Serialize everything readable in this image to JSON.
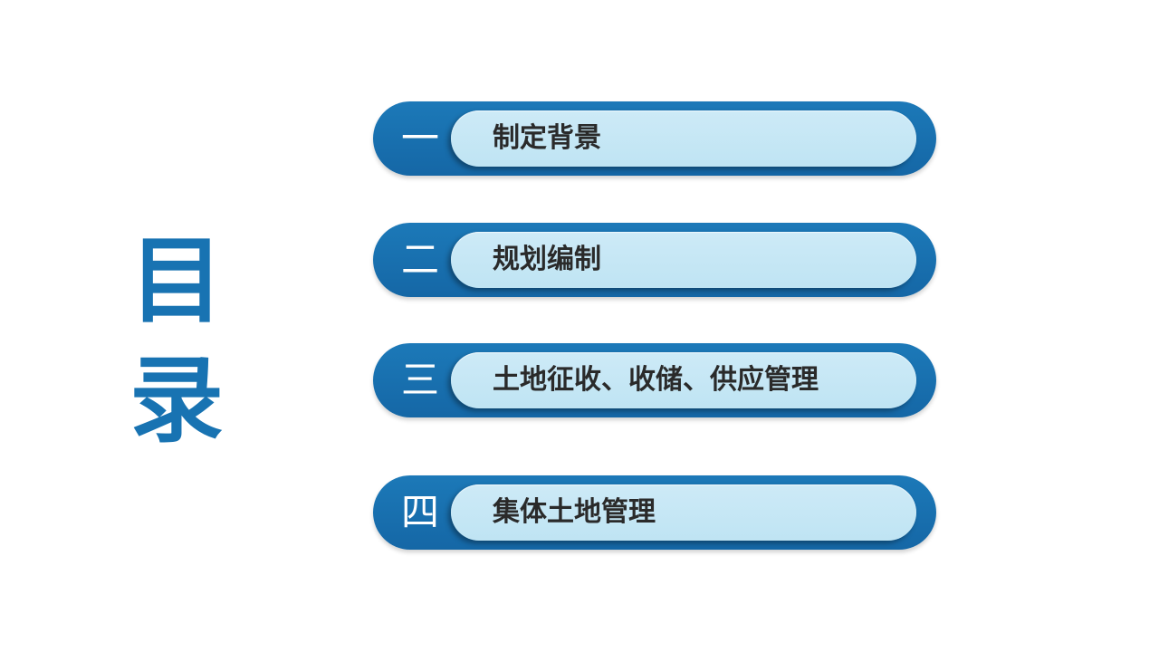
{
  "title": {
    "chars": [
      "目",
      "录"
    ],
    "color": "#1873b2"
  },
  "toc": {
    "items": [
      {
        "numeral": "一",
        "label": "制定背景"
      },
      {
        "numeral": "二",
        "label": "规划编制"
      },
      {
        "numeral": "三",
        "label": "土地征收、收储、供应管理"
      },
      {
        "numeral": "四",
        "label": "集体土地管理"
      }
    ]
  },
  "colors": {
    "primary_blue": "#1873b2",
    "pill_light_blue": "#c4e6f4",
    "label_text": "#2a2a2a",
    "numeral_text": "#ffffff"
  }
}
